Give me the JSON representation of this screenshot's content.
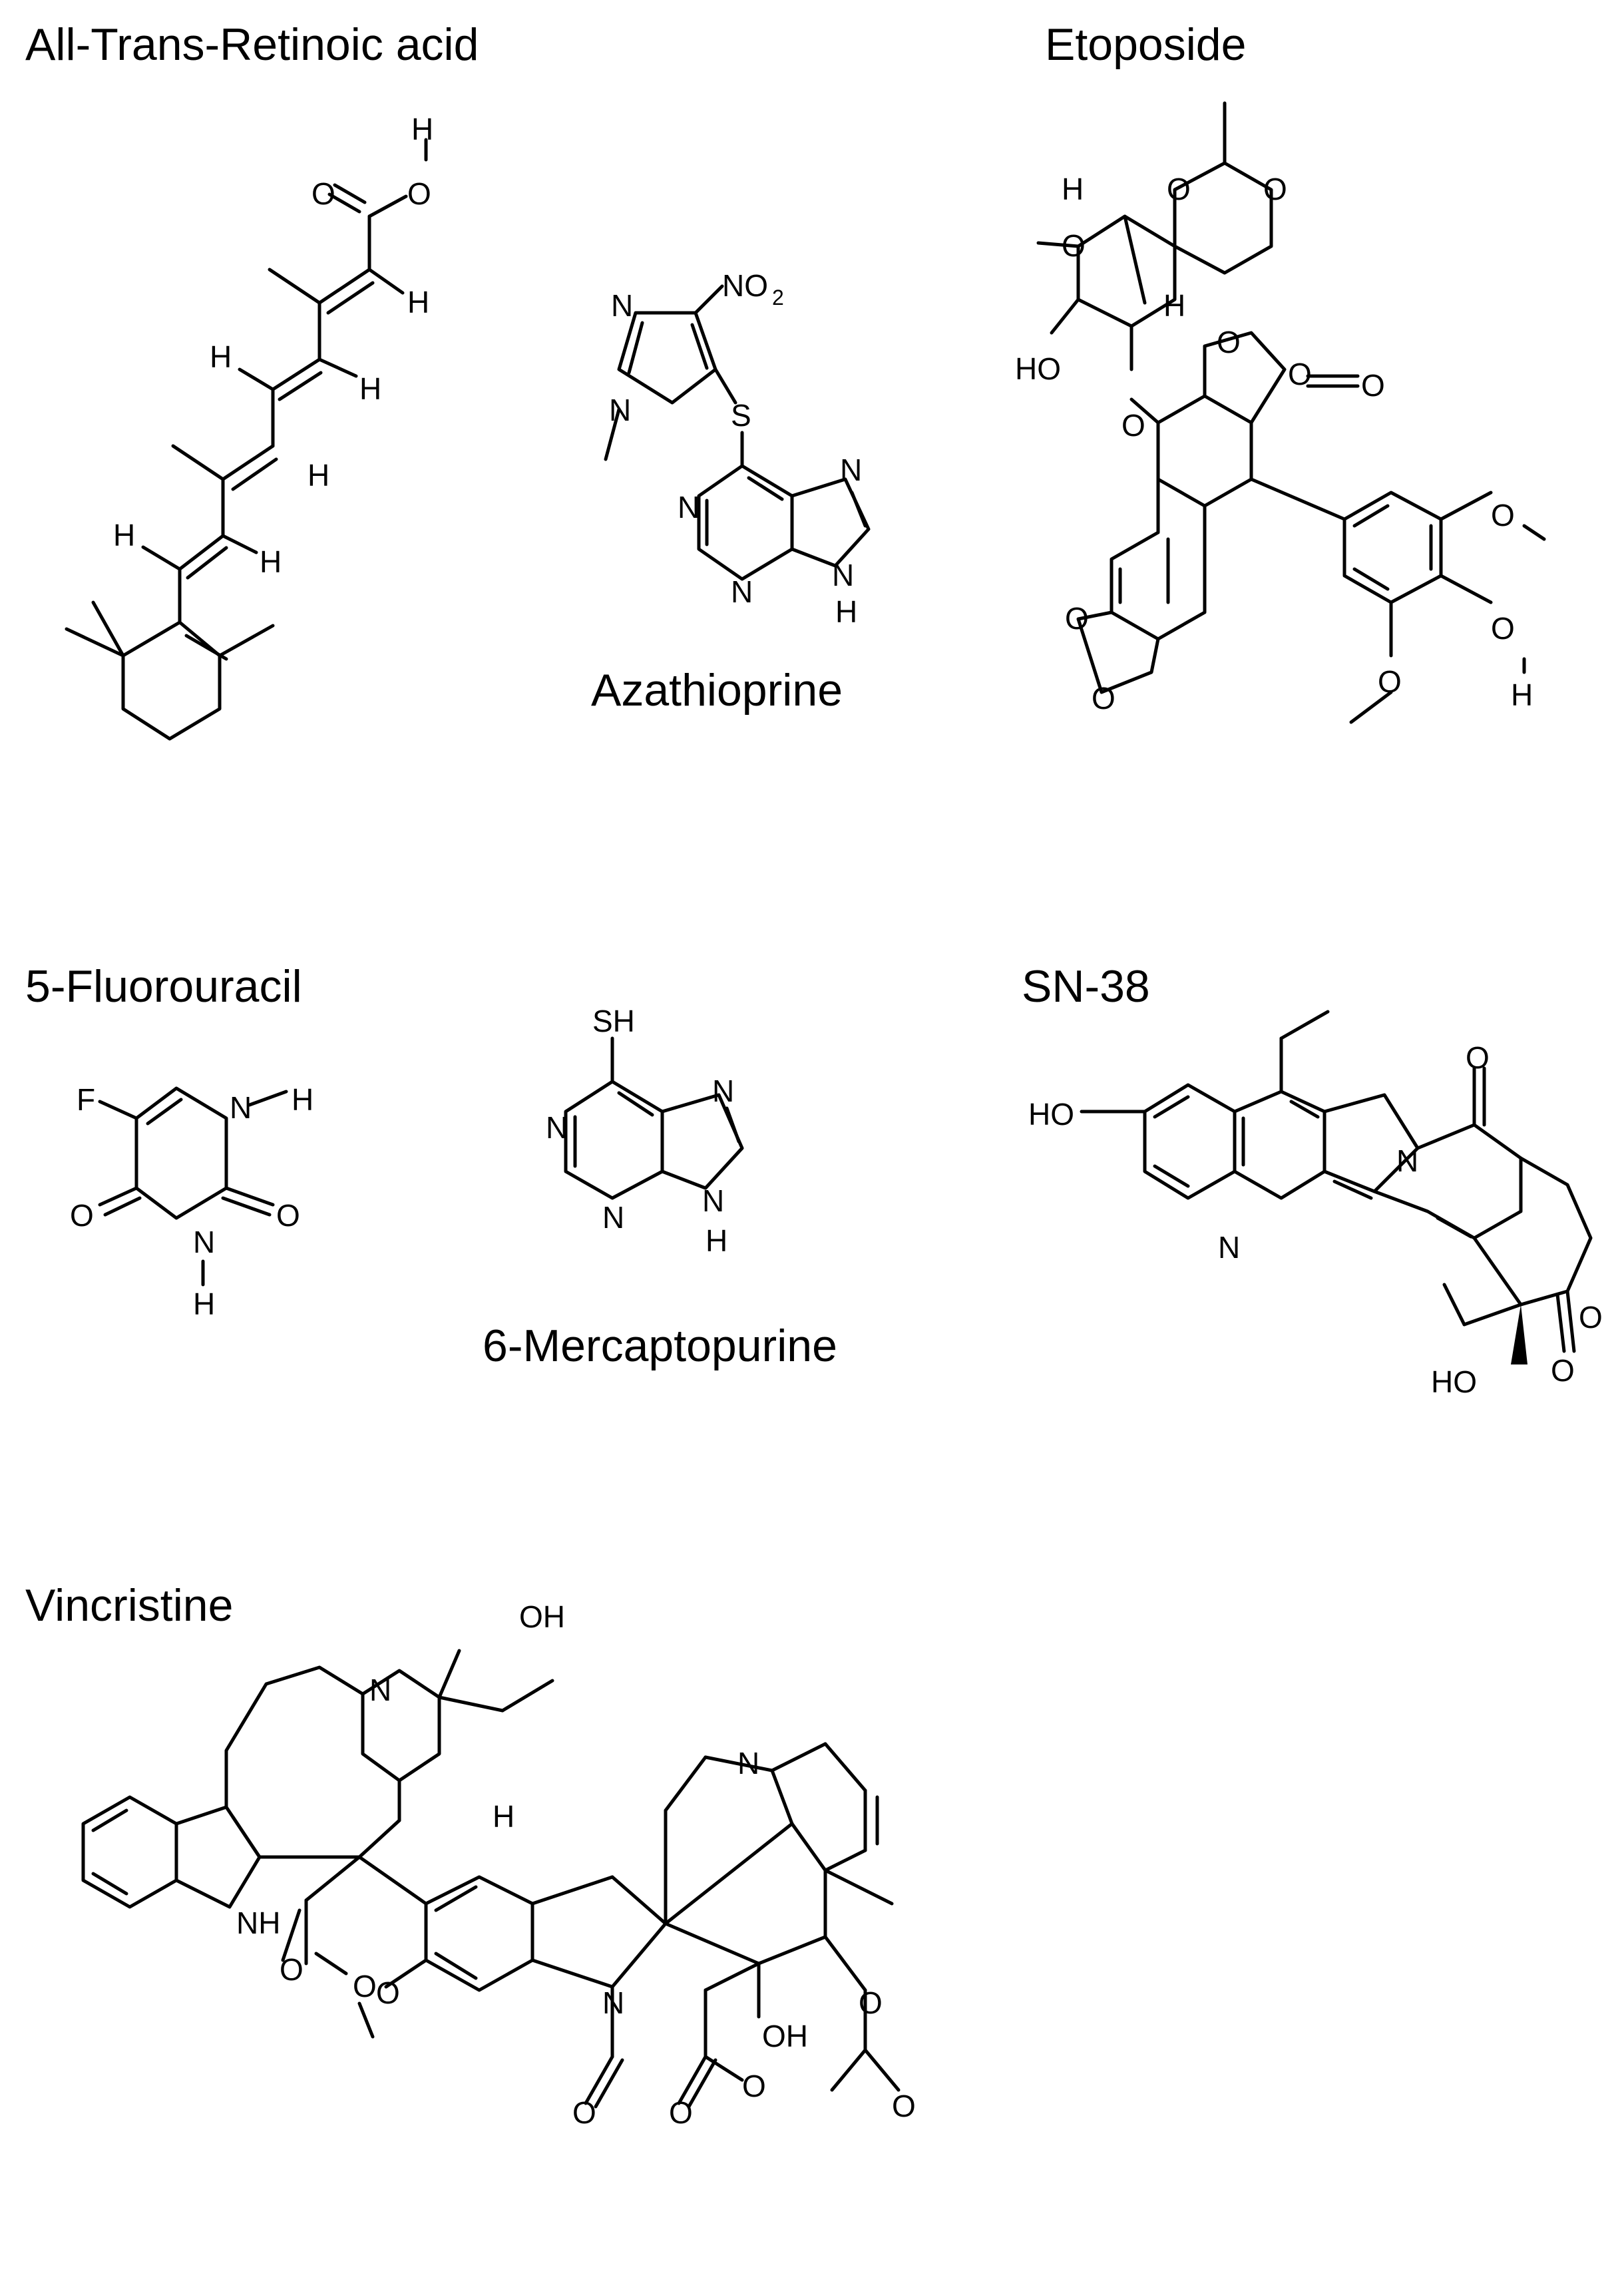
{
  "compounds": [
    {
      "id": "atra",
      "name": "All-Trans-Retinoic acid"
    },
    {
      "id": "azathioprine",
      "name": "Azathioprine"
    },
    {
      "id": "etoposide",
      "name": "Etoposide"
    },
    {
      "id": "fluorouracil",
      "name": "5-Fluorouracil"
    },
    {
      "id": "mercaptopurine",
      "name": "6-Mercaptopurine"
    },
    {
      "id": "sn38",
      "name": "SN-38"
    },
    {
      "id": "vincristine",
      "name": "Vincristine"
    }
  ],
  "atoms": {
    "O": "O",
    "H": "H",
    "N": "N",
    "S": "S",
    "F": "F",
    "HO": "HO",
    "OH": "OH",
    "SH": "SH",
    "NH": "NH",
    "N_no2": "NO",
    "sub2": "2"
  }
}
